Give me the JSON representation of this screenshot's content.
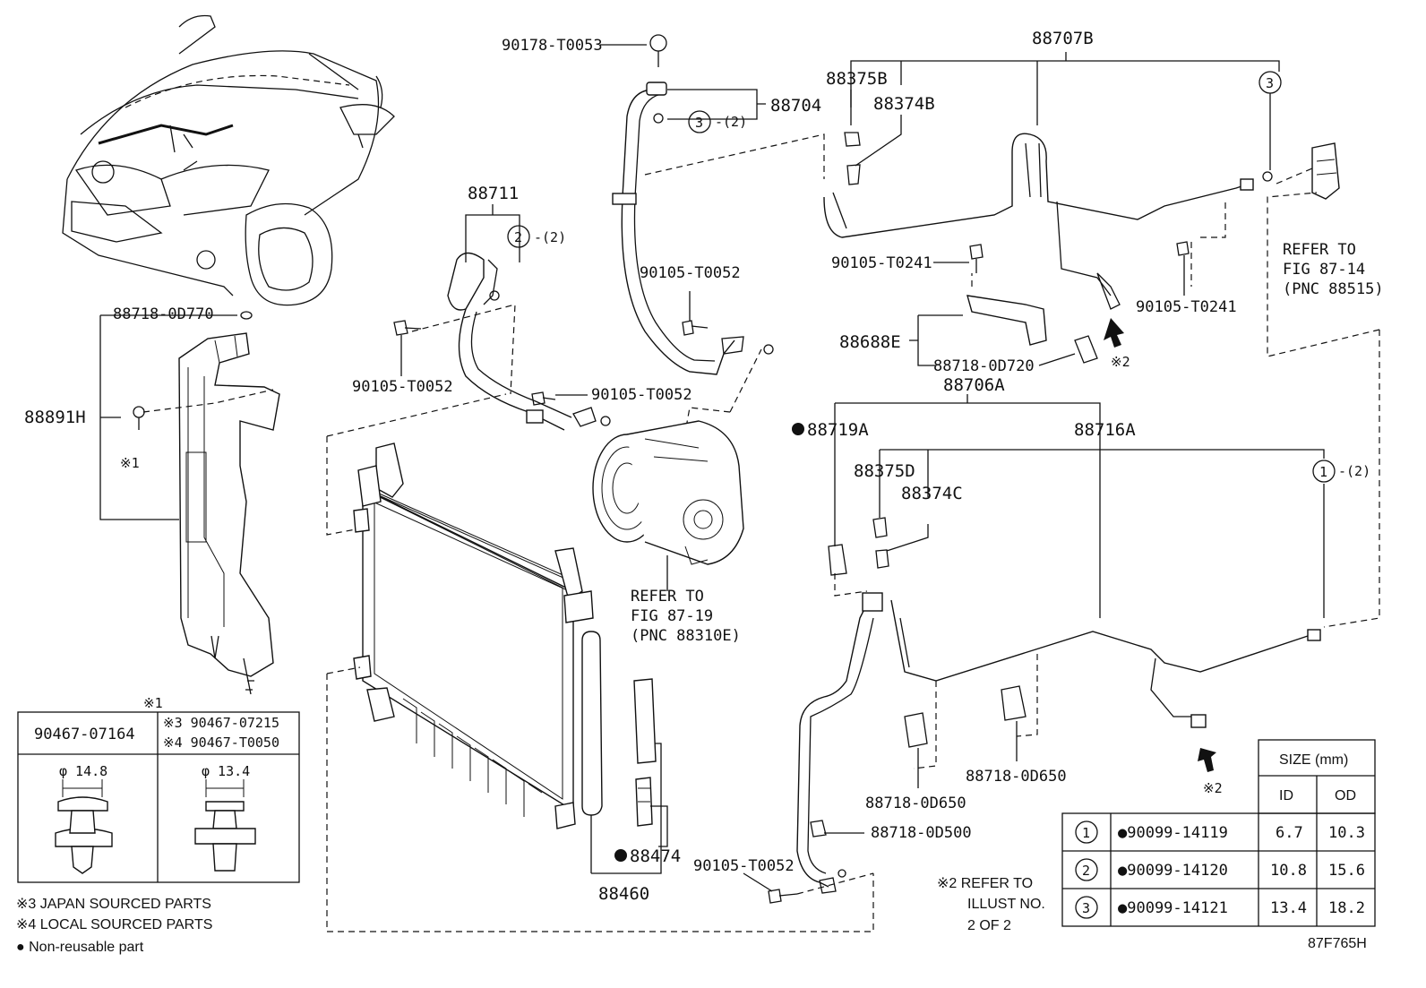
{
  "diagram": {
    "code": "87F765H",
    "labels": {
      "p90178_T0053": "90178-T0053",
      "p88707B": "88707B",
      "p88704": "88704",
      "p88375B": "88375B",
      "p88374B": "88374B",
      "p88711": "88711",
      "p90105_T0241_a": "90105-T0241",
      "p90105_T0241_b": "90105-T0241",
      "p90105_T0052_a": "90105-T0052",
      "p90105_T0052_b": "90105-T0052",
      "p90105_T0052_c": "90105-T0052",
      "p90105_T0052_d": "90105-T0052",
      "p88718_0D770": "88718-0D770",
      "p88688E": "88688E",
      "p88718_0D720": "88718-0D720",
      "p88706A": "88706A",
      "p88891H": "88891H",
      "p88719A": "88719A",
      "p88716A": "88716A",
      "p88375D": "88375D",
      "p88374C": "88374C",
      "p88718_0D650_a": "88718-0D650",
      "p88718_0D650_b": "88718-0D650",
      "p88718_0D500": "88718-0D500",
      "p88474": "88474",
      "p88460": "88460",
      "qty2_a": "-(2)",
      "qty2_b": "-(2)",
      "qty2_c": "-(2)",
      "note1": "※1",
      "note2_a": "※2",
      "note2_b": "※2"
    },
    "callouts": {
      "c3_top": "3",
      "c2_mid": "2",
      "c3_right": "3",
      "c1_right": "1"
    },
    "refer_compressor": [
      "REFER TO",
      "FIG 87-19",
      "(PNC 88310E)"
    ],
    "refer_valve": [
      "REFER TO",
      "FIG 87-14",
      "(PNC 88515)"
    ],
    "refer_illust": [
      "※2 REFER TO",
      "ILLUST NO.",
      "2 OF 2"
    ]
  },
  "clip_table": {
    "title": "※1",
    "col1_part": "90467-07164",
    "col2_parts": [
      "※3 90467-07215",
      "※4 90467-T0050"
    ],
    "col1_dim": "φ 14.8",
    "col2_dim": "φ 13.4"
  },
  "footnotes": {
    "n3": "※3 JAPAN SOURCED PARTS",
    "n4": "※4 LOCAL SOURCED PARTS",
    "nonreusable": "● Non-reusable part"
  },
  "oring_table": {
    "size_header": "SIZE (mm)",
    "id_header": "ID",
    "od_header": "OD",
    "rows": [
      {
        "key": "1",
        "part": "●90099-14119",
        "id": "6.7",
        "od": "10.3"
      },
      {
        "key": "2",
        "part": "●90099-14120",
        "id": "10.8",
        "od": "15.6"
      },
      {
        "key": "3",
        "part": "●90099-14121",
        "id": "13.4",
        "od": "18.2"
      }
    ]
  }
}
